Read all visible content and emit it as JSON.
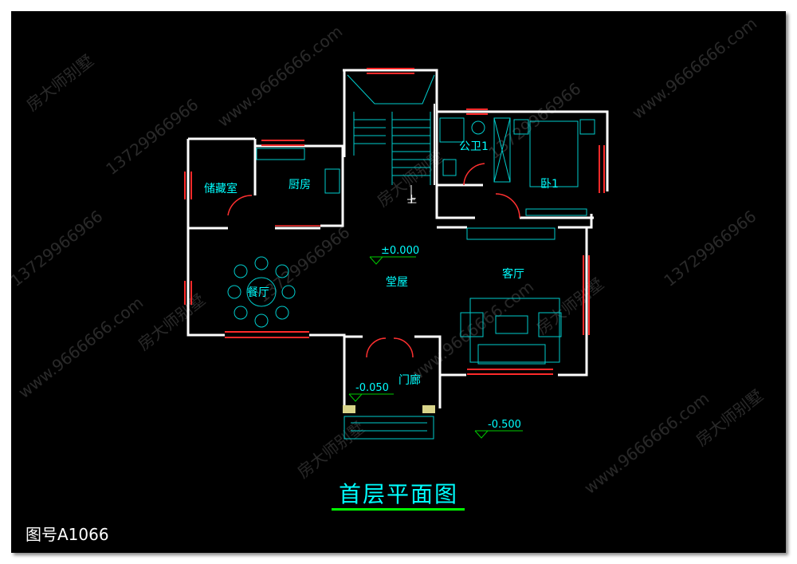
{
  "title": "首层平面图",
  "drawing_number": "图号A1066",
  "watermark_brand": "房大师别墅",
  "watermark_site": "www.9666666.com",
  "watermark_phone": "13729966966",
  "rooms": {
    "storage": "储藏室",
    "kitchen": "厨房",
    "toilet": "公卫1",
    "bedroom": "卧1",
    "dining": "餐厅",
    "hall": "堂屋",
    "living": "客厅",
    "porch": "门廊"
  },
  "stair_label": "上",
  "levels": {
    "floor": "±0.000",
    "porch": "-0.050",
    "outside": "-0.500"
  },
  "colors": {
    "wall": "#ffffff",
    "window": "#ff2a2a",
    "fixture": "#00ffff",
    "text": "#00ffff",
    "door": "#ff3030",
    "title_underline": "#00ff00"
  }
}
